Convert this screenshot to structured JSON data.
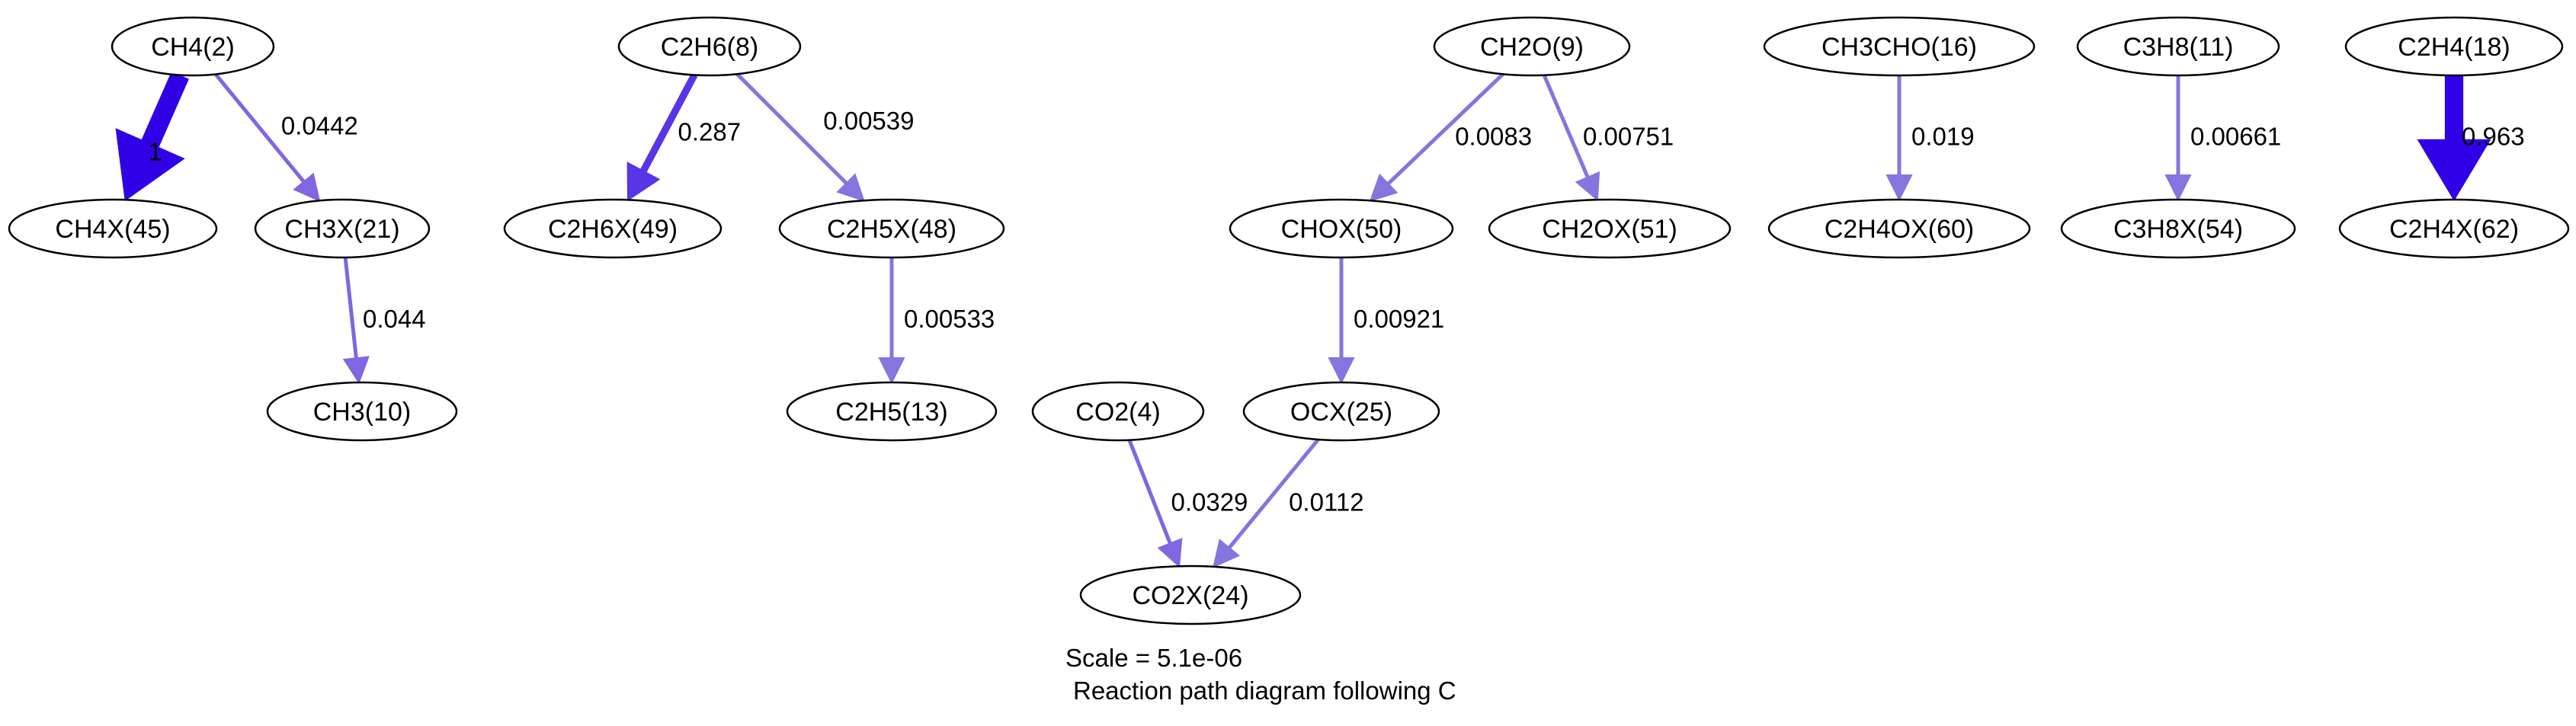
{
  "nodes": {
    "n_ch4": "CH4(2)",
    "n_ch4x": "CH4X(45)",
    "n_ch3x": "CH3X(21)",
    "n_ch3": "CH3(10)",
    "n_c2h6": "C2H6(8)",
    "n_c2h6x": "C2H6X(49)",
    "n_c2h5x": "C2H5X(48)",
    "n_c2h5": "C2H5(13)",
    "n_ch2o": "CH2O(9)",
    "n_chox": "CHOX(50)",
    "n_ch2ox": "CH2OX(51)",
    "n_ocx": "OCX(25)",
    "n_co2": "CO2(4)",
    "n_co2x": "CO2X(24)",
    "n_ch3cho": "CH3CHO(16)",
    "n_c2h4ox": "C2H4OX(60)",
    "n_c3h8": "C3H8(11)",
    "n_c3h8x": "C3H8X(54)",
    "n_c2h4": "C2H4(18)",
    "n_c2h4x": "C2H4X(62)"
  },
  "edges": [
    {
      "from": "n_ch4",
      "to": "n_ch4x",
      "label": "1",
      "flux": 1,
      "color": "#3100e7"
    },
    {
      "from": "n_ch4",
      "to": "n_ch3x",
      "label": "0.0442",
      "flux": 0.0442,
      "color": "#8066e0"
    },
    {
      "from": "n_ch3x",
      "to": "n_ch3",
      "label": "0.044",
      "flux": 0.044,
      "color": "#8066e0"
    },
    {
      "from": "n_c2h6",
      "to": "n_c2h6x",
      "label": "0.287",
      "flux": 0.287,
      "color": "#5835e6"
    },
    {
      "from": "n_c2h6",
      "to": "n_c2h5x",
      "label": "0.00539",
      "flux": 0.00539,
      "color": "#8575de"
    },
    {
      "from": "n_c2h5x",
      "to": "n_c2h5",
      "label": "0.00533",
      "flux": 0.00533,
      "color": "#8575de"
    },
    {
      "from": "n_ch2o",
      "to": "n_chox",
      "label": "0.0083",
      "flux": 0.0083,
      "color": "#8575de"
    },
    {
      "from": "n_ch2o",
      "to": "n_ch2ox",
      "label": "0.00751",
      "flux": 0.00751,
      "color": "#8575de"
    },
    {
      "from": "n_chox",
      "to": "n_ocx",
      "label": "0.00921",
      "flux": 0.00921,
      "color": "#8575de"
    },
    {
      "from": "n_co2",
      "to": "n_co2x",
      "label": "0.0329",
      "flux": 0.0329,
      "color": "#8066e0"
    },
    {
      "from": "n_ocx",
      "to": "n_co2x",
      "label": "0.0112",
      "flux": 0.0112,
      "color": "#8575de"
    },
    {
      "from": "n_ch3cho",
      "to": "n_c2h4ox",
      "label": "0.019",
      "flux": 0.019,
      "color": "#8575de"
    },
    {
      "from": "n_c3h8",
      "to": "n_c3h8x",
      "label": "0.00661",
      "flux": 0.00661,
      "color": "#8575de"
    },
    {
      "from": "n_c2h4",
      "to": "n_c2h4x",
      "label": "0.963",
      "flux": 0.963,
      "color": "#3100e7"
    }
  ],
  "caption": {
    "scale": "Scale = 5.1e-06",
    "subtitle": "Reaction path diagram following C"
  }
}
